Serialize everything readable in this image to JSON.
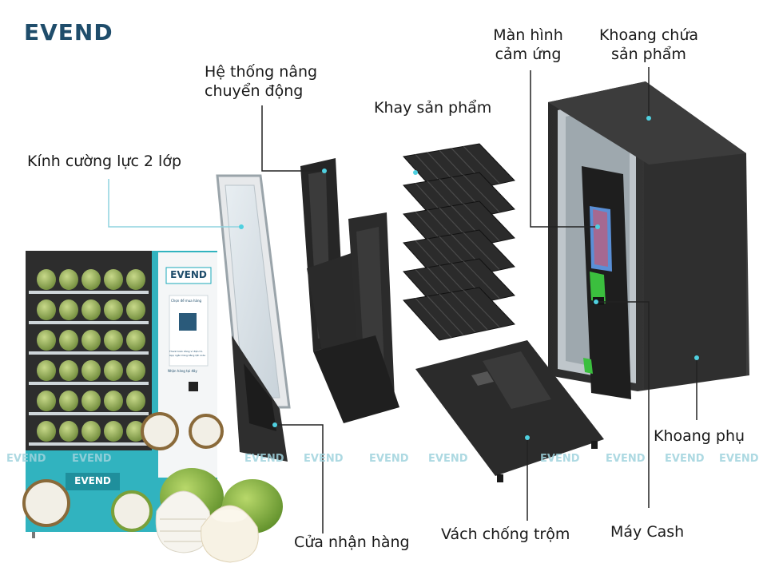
{
  "brand": {
    "name": "EVEND",
    "accent": "#1aa8b8",
    "dark": "#1f4d6b"
  },
  "watermark": "EVEND",
  "labels": {
    "glass": "Kính cường lực 2 lớp",
    "lift_line1": "Hệ thống nâng",
    "lift_line2": "chuyển động",
    "trays": "Khay sản phẩm",
    "screen_line1": "Màn hình",
    "screen_line2": "cảm ứng",
    "storage_line1": "Khoang chứa",
    "storage_line2": "sản phẩm",
    "aux": "Khoang phụ",
    "pickup": "Cửa nhận hàng",
    "antitheft": "Vách chống trộm",
    "cash": "Máy Cash"
  },
  "machine": {
    "logo": "EVEND",
    "screen_title": "Chọn để mua hàng",
    "promo_line1": "Thanh toán bằng ví điện tử,",
    "promo_line2": "App ngân hàng bằng QR code",
    "status": "Nhận hàng tại đây",
    "bottom_logo": "EVEND"
  }
}
